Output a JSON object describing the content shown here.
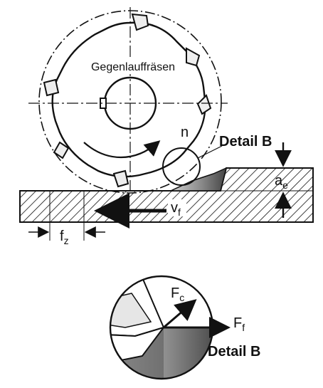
{
  "labels": {
    "milling_type": "Gegenlauffräsen",
    "rotation": "n",
    "detail_top": "Detail B",
    "depth_main": "a",
    "depth_sub": "e",
    "feed_main": "v",
    "feed_sub": "f",
    "tooth_feed_main": "f",
    "tooth_feed_sub": "z",
    "force_c_main": "F",
    "force_c_sub": "c",
    "force_f_main": "F",
    "force_f_sub": "f",
    "detail_bottom": "Detail B"
  },
  "colors": {
    "ink": "#111111",
    "chip_dark": "#3a3a3a",
    "chip_light": "#b8b8b8",
    "tooth_fill": "#e8e8e8"
  }
}
